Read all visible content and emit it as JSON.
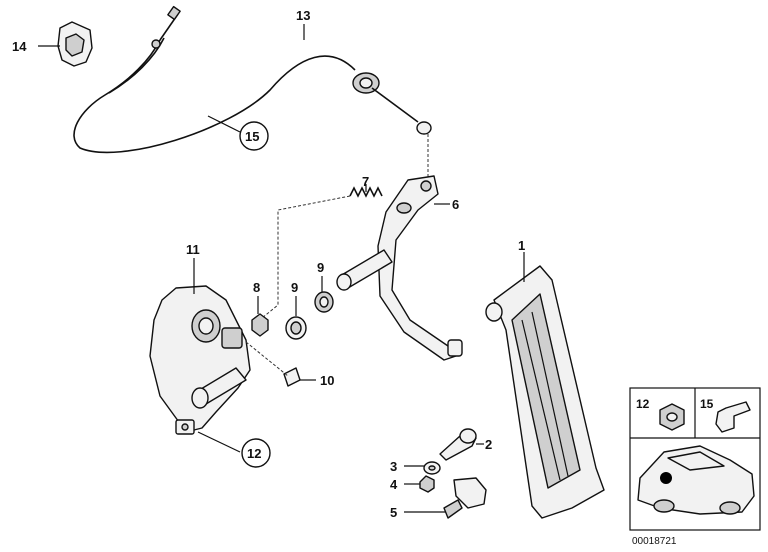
{
  "callouts": {
    "c1": "1",
    "c2": "2",
    "c3": "3",
    "c4": "4",
    "c5": "5",
    "c6": "6",
    "c7": "7",
    "c8": "8",
    "c9a": "9",
    "c9b": "9",
    "c10": "10",
    "c11": "11",
    "c12": "12",
    "c13": "13",
    "c14": "14",
    "c15": "15"
  },
  "inset": {
    "nut_label": "12",
    "clip_label": "15"
  },
  "document_id": "00018721"
}
